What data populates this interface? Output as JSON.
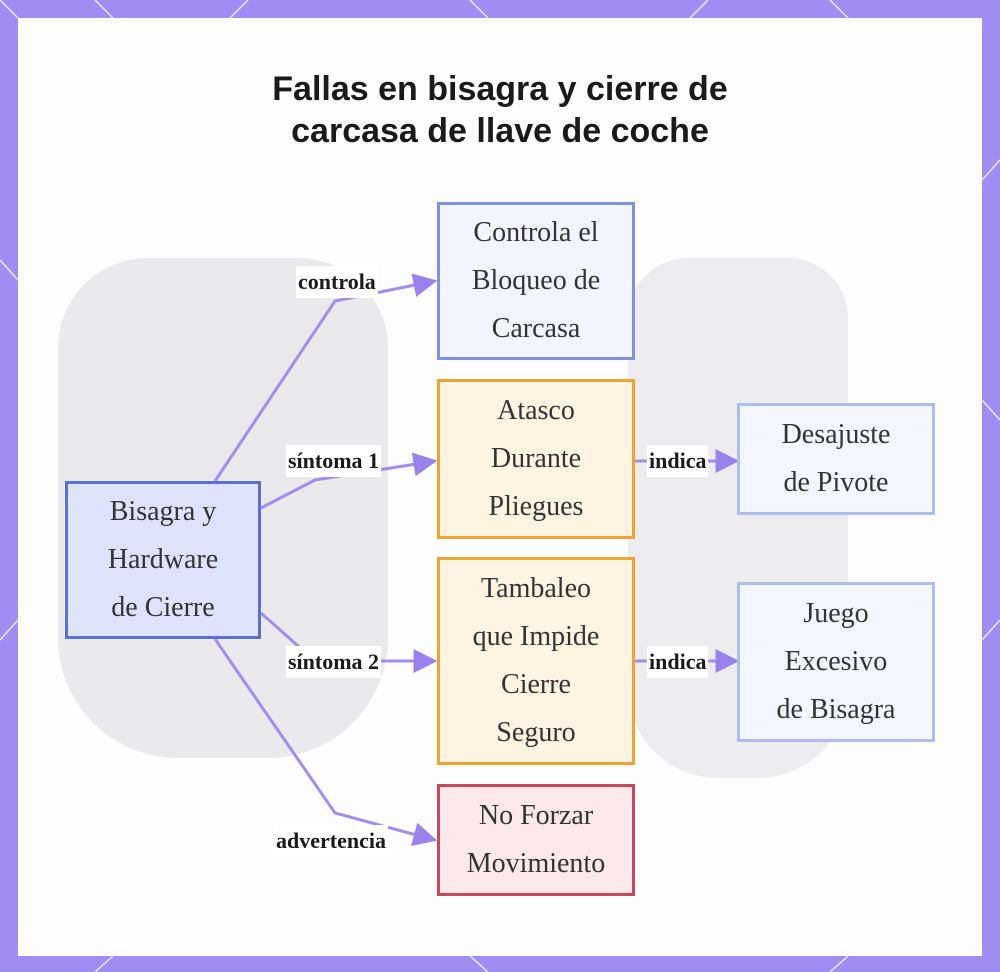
{
  "title": "Fallas en bisagra y cierre de\ncarcasa de llave de coche",
  "colors": {
    "frame": "#a18cf3",
    "edge": "#a38cf0",
    "arrow": "#9a82ee"
  },
  "nodes": {
    "root": "Bisagra y\nHardware\nde Cierre",
    "controla_target": "Controla el\nBloqueo de\nCarcasa",
    "sintoma1_target": "Atasco\nDurante\nPliegues",
    "sintoma2_target": "Tambaleo\nque Impide\nCierre\nSeguro",
    "advertencia_target": "No Forzar\nMovimiento",
    "indica1_target": "Desajuste\nde Pivote",
    "indica2_target": "Juego\nExcesivo\nde Bisagra"
  },
  "edges": {
    "controla": "controla",
    "sintoma1": "síntoma 1",
    "sintoma2": "síntoma 2",
    "advertencia": "advertencia",
    "indica1": "indica",
    "indica2": "indica"
  }
}
